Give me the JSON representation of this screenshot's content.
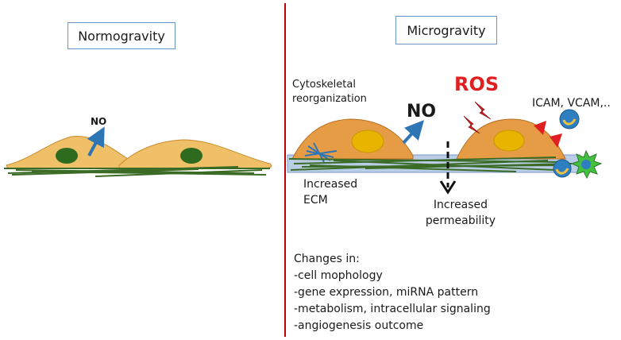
{
  "panels": {
    "left": {
      "title": "Normogravity",
      "no_label": "NO"
    },
    "right": {
      "title": "Microgravity",
      "cytoskeletal_label": [
        "Cytoskeletal",
        "reorganization"
      ],
      "no_label": "NO",
      "ros_label": "ROS",
      "adhesion_label": "ICAM, VCAM,..",
      "ecm_label": [
        "Increased",
        "ECM"
      ],
      "permeability_label": [
        "Increased",
        "permeability"
      ],
      "changes": {
        "heading": "Changes in:",
        "items": [
          "-cell mophology",
          "-gene expression, miRNA pattern",
          "-metabolism, intracellular signaling",
          "-angiogenesis outcome"
        ]
      }
    }
  },
  "colors": {
    "cell_body": "#e69b45",
    "cell_body_left": "#f0c068",
    "nucleus_left": "#2e6b1f",
    "nucleus_right": "#e8b400",
    "fiber": "#3b6b25",
    "membrane": "#b9cde6",
    "arrow_no": "#2e75b6",
    "ros": "#e02020",
    "divider": "#c00000",
    "adhesion_ball": "#2e7fc0"
  },
  "icons": [
    "arrow-up-icon",
    "lightning-bolt-icon",
    "receptor-triangle-icon",
    "adhesion-molecule-icon",
    "star-burst-icon",
    "dashed-arrow-down-icon"
  ]
}
